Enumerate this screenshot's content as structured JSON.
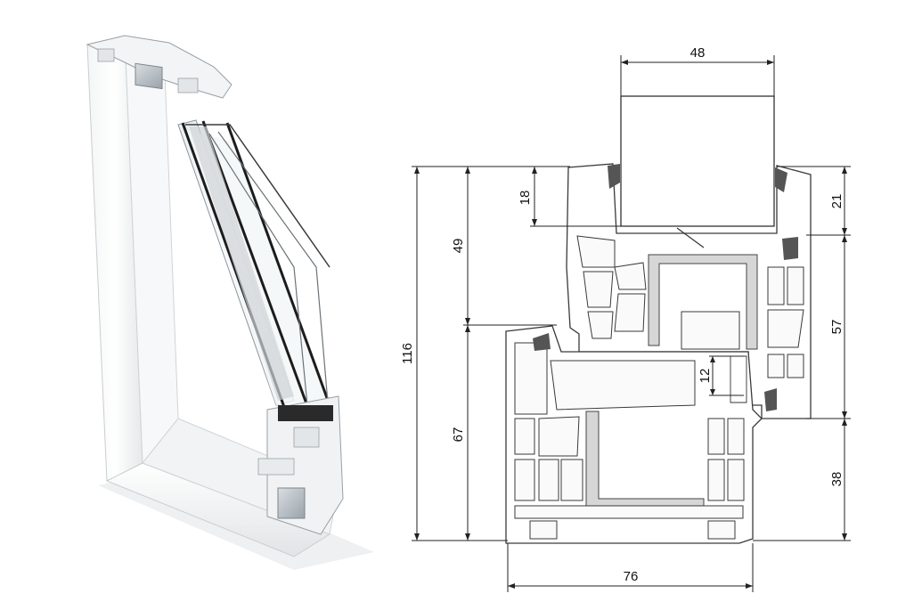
{
  "dimensions": {
    "d48": "48",
    "d18": "18",
    "d21": "21",
    "d49": "49",
    "d116": "116",
    "d57": "57",
    "d12": "12",
    "d67": "67",
    "d38": "38",
    "d76": "76"
  },
  "colors": {
    "line": "#222222",
    "profile_fill": "#ffffff",
    "steel_fill": "#d6d6d6",
    "glass_tint": "#cfd8dc"
  }
}
